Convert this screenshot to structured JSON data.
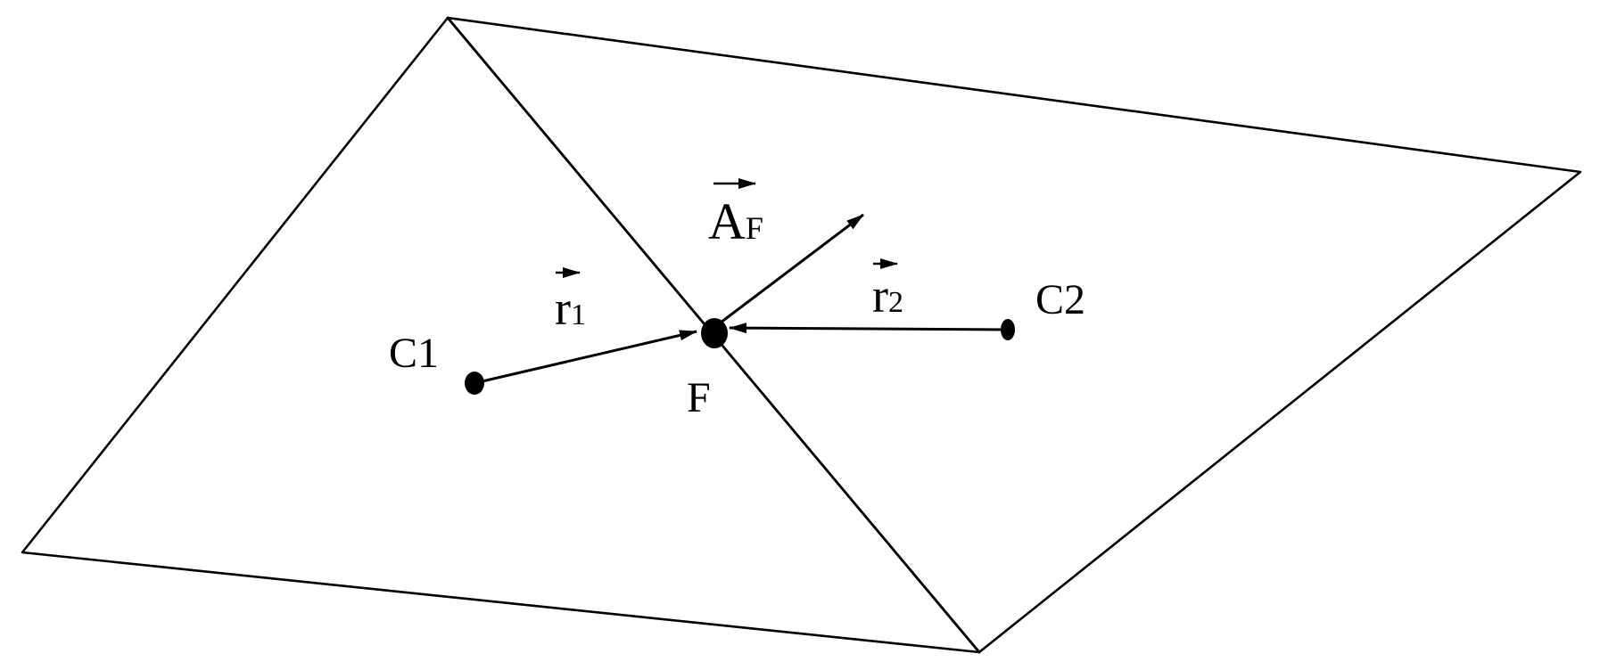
{
  "colors": {
    "ink": "#000000",
    "background": "#ffffff"
  },
  "labels": {
    "C1": "C1",
    "C2": "C2",
    "F": "F",
    "r1": {
      "base": "r",
      "sub": "1"
    },
    "r2": {
      "base": "r",
      "sub": "2"
    },
    "AF": {
      "base": "A",
      "sub": "F"
    }
  }
}
